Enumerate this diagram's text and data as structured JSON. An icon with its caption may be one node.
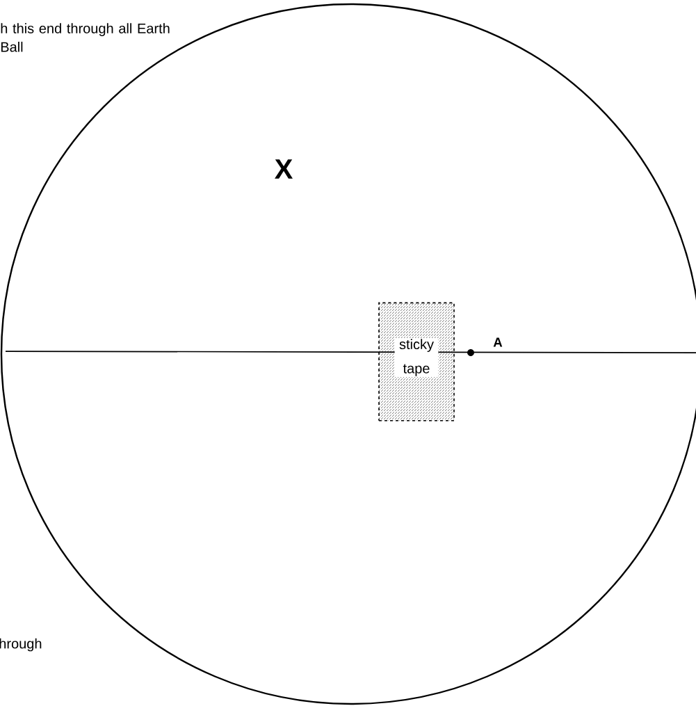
{
  "diagram": {
    "nodes": [
      {
        "text": [
          "sticky tape"
        ]
      }
    ],
    "labels": [
      "h this end through all Earth Ball",
      "X",
      "A",
      "hrough"
    ]
  }
}
